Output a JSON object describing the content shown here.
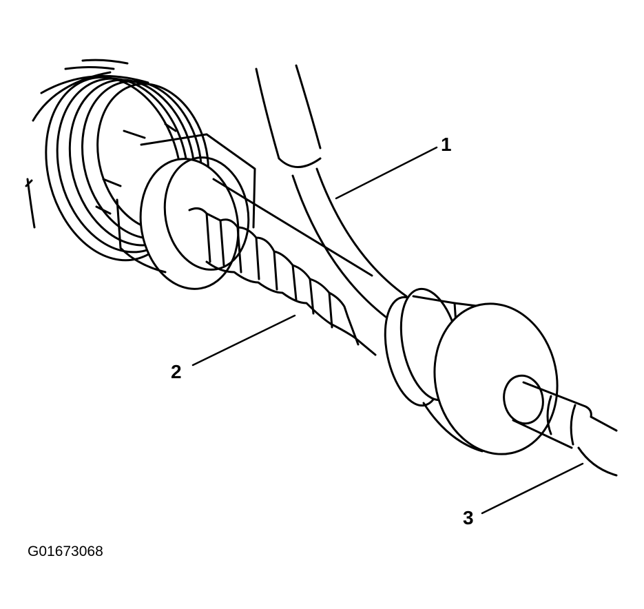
{
  "callouts": [
    {
      "id": "1",
      "label": "1"
    },
    {
      "id": "2",
      "label": "2"
    },
    {
      "id": "3",
      "label": "3"
    }
  ],
  "figure_id": "G01673068",
  "colors": {
    "ink": "#000000",
    "paper": "#ffffff"
  }
}
